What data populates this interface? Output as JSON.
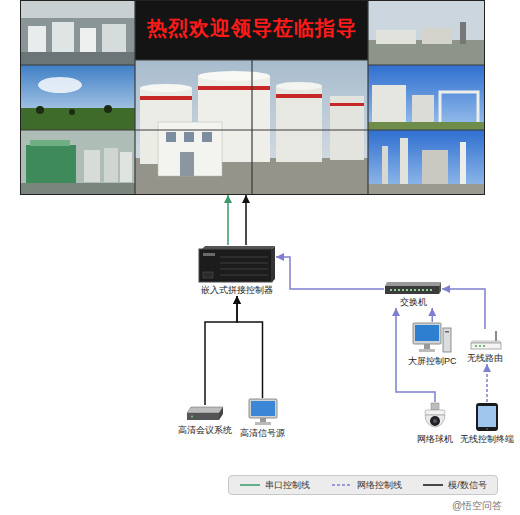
{
  "diagram": {
    "nodes": [
      {
        "text": [
          "热烈欢迎领导莅临指导"
        ]
      },
      {
        "text": [
          "嵌入式拼接控制器"
        ]
      },
      {
        "text": [
          "交换机"
        ]
      },
      {
        "text": [
          "大屏控制PC"
        ]
      },
      {
        "text": [
          "无线路由"
        ]
      },
      {
        "text": [
          "高清会议系统"
        ]
      },
      {
        "text": [
          "高清信号源"
        ]
      },
      {
        "text": [
          "网络球机"
        ]
      },
      {
        "text": [
          "无线控制终端"
        ]
      }
    ],
    "edges": [
      {
        "from": 1,
        "to": 0,
        "arrow": "to"
      },
      {
        "from": 1,
        "to": 0,
        "arrow": "to"
      },
      {
        "from": 2,
        "to": 1,
        "arrow": "to"
      },
      {
        "from": 3,
        "to": 2,
        "arrow": "to"
      },
      {
        "from": 7,
        "to": 2,
        "arrow": "to"
      },
      {
        "from": 4,
        "to": 2,
        "arrow": "to"
      },
      {
        "from": 8,
        "to": 4,
        "arrow": "to"
      },
      {
        "from": 5,
        "to": 1,
        "arrow": "to"
      },
      {
        "from": 6,
        "to": 1,
        "arrow": "to"
      }
    ],
    "labels": [
      "@悟空问答"
    ],
    "legend": [
      {
        "text": "串口控制线"
      },
      {
        "text": "网络控制线"
      },
      {
        "text": "模/数信号"
      }
    ]
  }
}
